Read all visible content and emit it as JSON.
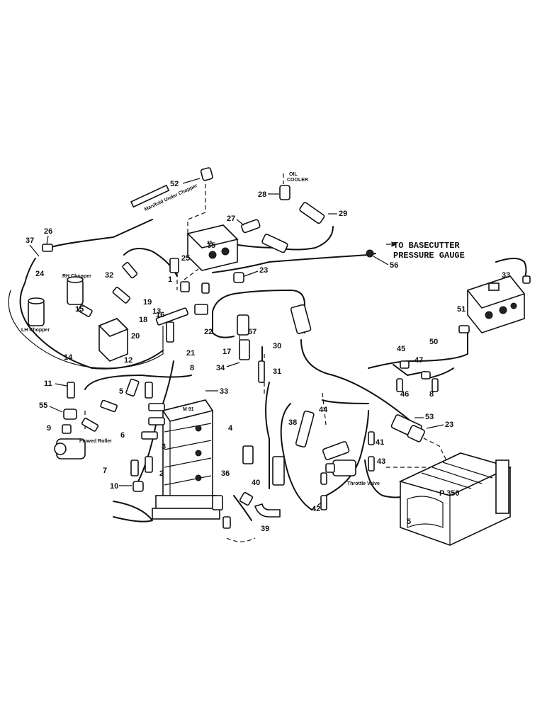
{
  "diagram": {
    "notes": {
      "basecutter_line1": "TO BASECUTTER",
      "basecutter_line2": "PRESSURE GAUGE",
      "oil_cooler_line1": "OIL",
      "oil_cooler_line2": "COOLER",
      "pump": "P 350",
      "flowed_roller": "Flowed Roller",
      "throttle_valve": "Throttle Valve",
      "rh_chopper": "RH Chopper",
      "lh_chopper": "LH Chopper",
      "manifold": "Manifold Under Chopper"
    },
    "callouts": [
      "52",
      "28",
      "29",
      "27",
      "26",
      "37",
      "25",
      "23",
      "56",
      "33",
      "51",
      "32",
      "15",
      "19",
      "13",
      "18",
      "22",
      "21",
      "17",
      "57",
      "30",
      "34",
      "31",
      "12",
      "14",
      "11",
      "8",
      "33",
      "5",
      "55",
      "9",
      "4",
      "7",
      "10",
      "6",
      "36",
      "40",
      "39",
      "38",
      "44",
      "53",
      "23",
      "41",
      "43",
      "42",
      "45",
      "50",
      "47",
      "46",
      "8",
      "3",
      "2",
      "1",
      "16",
      "35",
      "20",
      "24"
    ]
  }
}
